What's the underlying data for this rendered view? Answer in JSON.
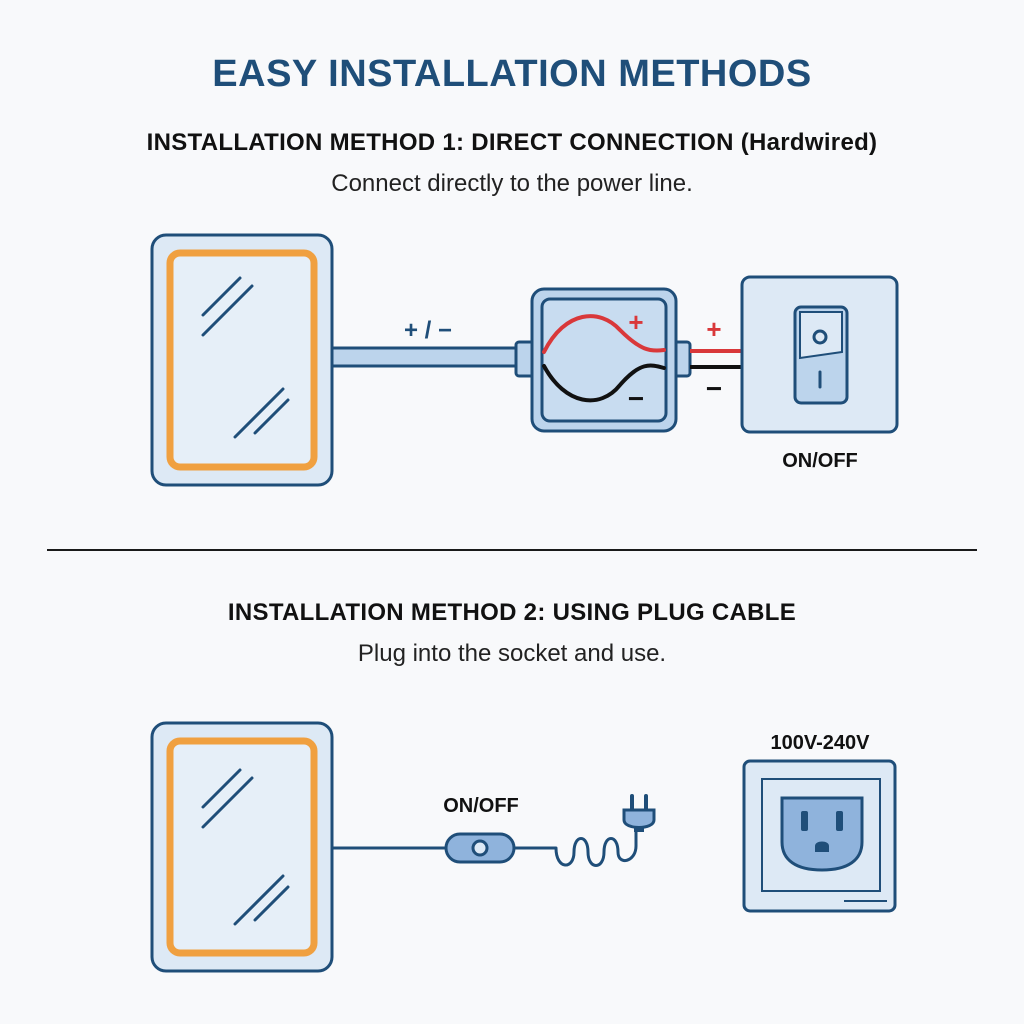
{
  "title": "EASY INSTALLATION METHODS",
  "method1": {
    "heading": "INSTALLATION METHOD 1: DIRECT CONNECTION (Hardwired)",
    "subtitle": "Connect directly to the power line.",
    "wire_label": "+ / −",
    "plus_sign": "+",
    "minus_sign": "−",
    "switch_label": "ON/OFF"
  },
  "method2": {
    "heading": "INSTALLATION METHOD 2: USING PLUG CABLE",
    "subtitle": "Plug into the socket and use.",
    "switch_label": "ON/OFF",
    "voltage_label": "100V-240V"
  },
  "colors": {
    "title": "#1f4e79",
    "outline": "#1f4e79",
    "mirror_fill": "#dde9f5",
    "led_ring": "#f0a040",
    "box_fill": "#bcd4ec",
    "positive": "#d9383a",
    "negative": "#111111"
  },
  "icons": [
    "mirror-icon",
    "junction-box-icon",
    "rocker-switch-icon",
    "inline-switch-icon",
    "plug-icon",
    "wall-socket-icon"
  ]
}
